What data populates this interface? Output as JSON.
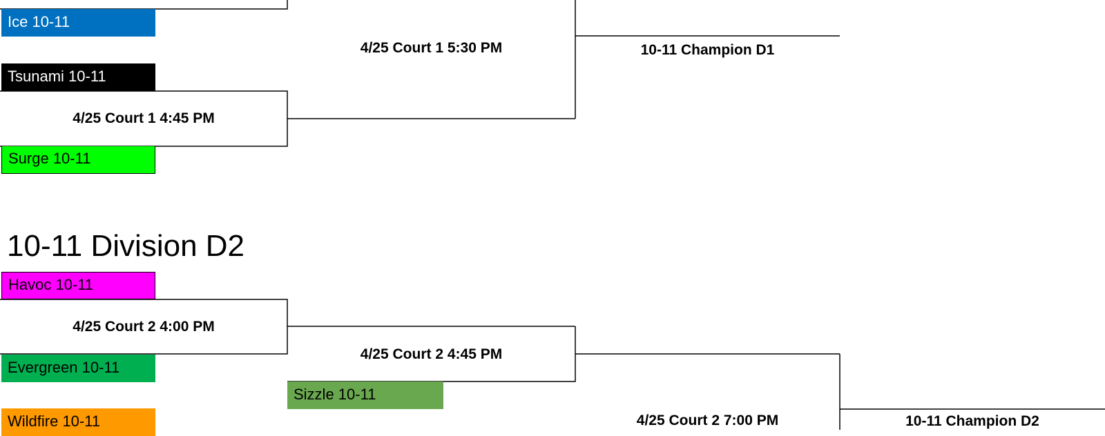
{
  "division_d1": {
    "teams": {
      "ice": {
        "label": "Ice 10-11",
        "color": "#0070C0",
        "text_color": "#ffffff"
      },
      "tsunami": {
        "label": "Tsunami 10-11",
        "color": "#000000",
        "text_color": "#ffffff"
      },
      "surge": {
        "label": "Surge 10-11",
        "color": "#00FF00",
        "text_color": "#000000"
      }
    },
    "matches": {
      "court1_445": "4/25 Court 1 4:45 PM",
      "court1_530": "4/25 Court 1 5:30 PM"
    },
    "champion": "10-11 Champion D1"
  },
  "division_d2": {
    "title": "10-11 Division D2",
    "teams": {
      "havoc": {
        "label": "Havoc 10-11",
        "color": "#FF00FF",
        "text_color": "#000000"
      },
      "evergreen": {
        "label": "Evergreen 10-11",
        "color": "#00B050",
        "text_color": "#000000"
      },
      "sizzle": {
        "label": "Sizzle 10-11",
        "color": "#6AA84F",
        "text_color": "#000000"
      },
      "wildfire": {
        "label": "Wildfire 10-11",
        "color": "#FF9900",
        "text_color": "#000000"
      }
    },
    "matches": {
      "court2_400": "4/25 Court 2 4:00 PM",
      "court2_445": "4/25 Court 2 4:45 PM",
      "court2_700": "4/25 Court 2 7:00 PM"
    },
    "champion": "10-11 Champion D2"
  }
}
